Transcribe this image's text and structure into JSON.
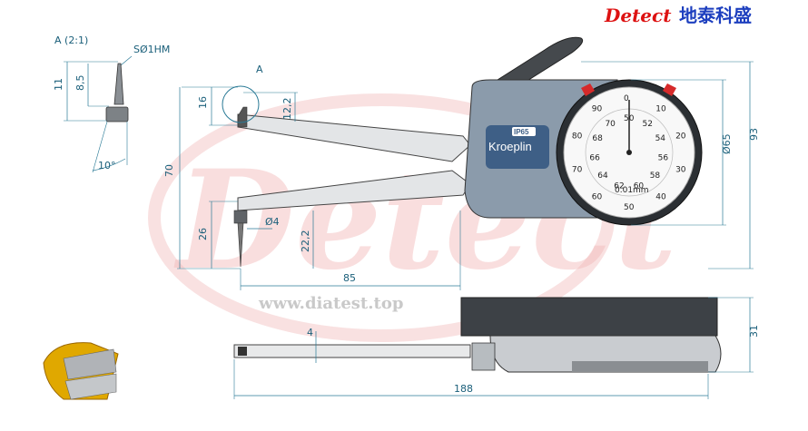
{
  "brand": {
    "name": "Detect",
    "chinese": "地泰科盛"
  },
  "watermark": {
    "text": "Detect",
    "site": "www.diatest.top"
  },
  "detail_view": {
    "scale_label": "A (2:1)",
    "tip_label": "SØ1HM",
    "dim_11": "11",
    "dim_8_5": "8,5",
    "angle": "10°"
  },
  "callout": {
    "label": "A"
  },
  "dimensions": {
    "d16": "16",
    "d12_2": "12,2",
    "d70": "70",
    "d26": "26",
    "d22_2": "22,2",
    "d_phi4": "Ø4",
    "d85": "85",
    "d65": "Ø65",
    "d93": "93",
    "d4": "4",
    "d31": "31",
    "d188": "188"
  },
  "gauge": {
    "maker": "Kroeplin",
    "ip": "IP65",
    "resolution": "0.01mm",
    "outer_ticks": [
      "0",
      "10",
      "20",
      "30",
      "40",
      "50",
      "60",
      "70",
      "80",
      "90"
    ],
    "inner_labels": [
      "50",
      "52",
      "54",
      "56",
      "58",
      "60",
      "62",
      "64",
      "66",
      "68",
      "70"
    ]
  }
}
